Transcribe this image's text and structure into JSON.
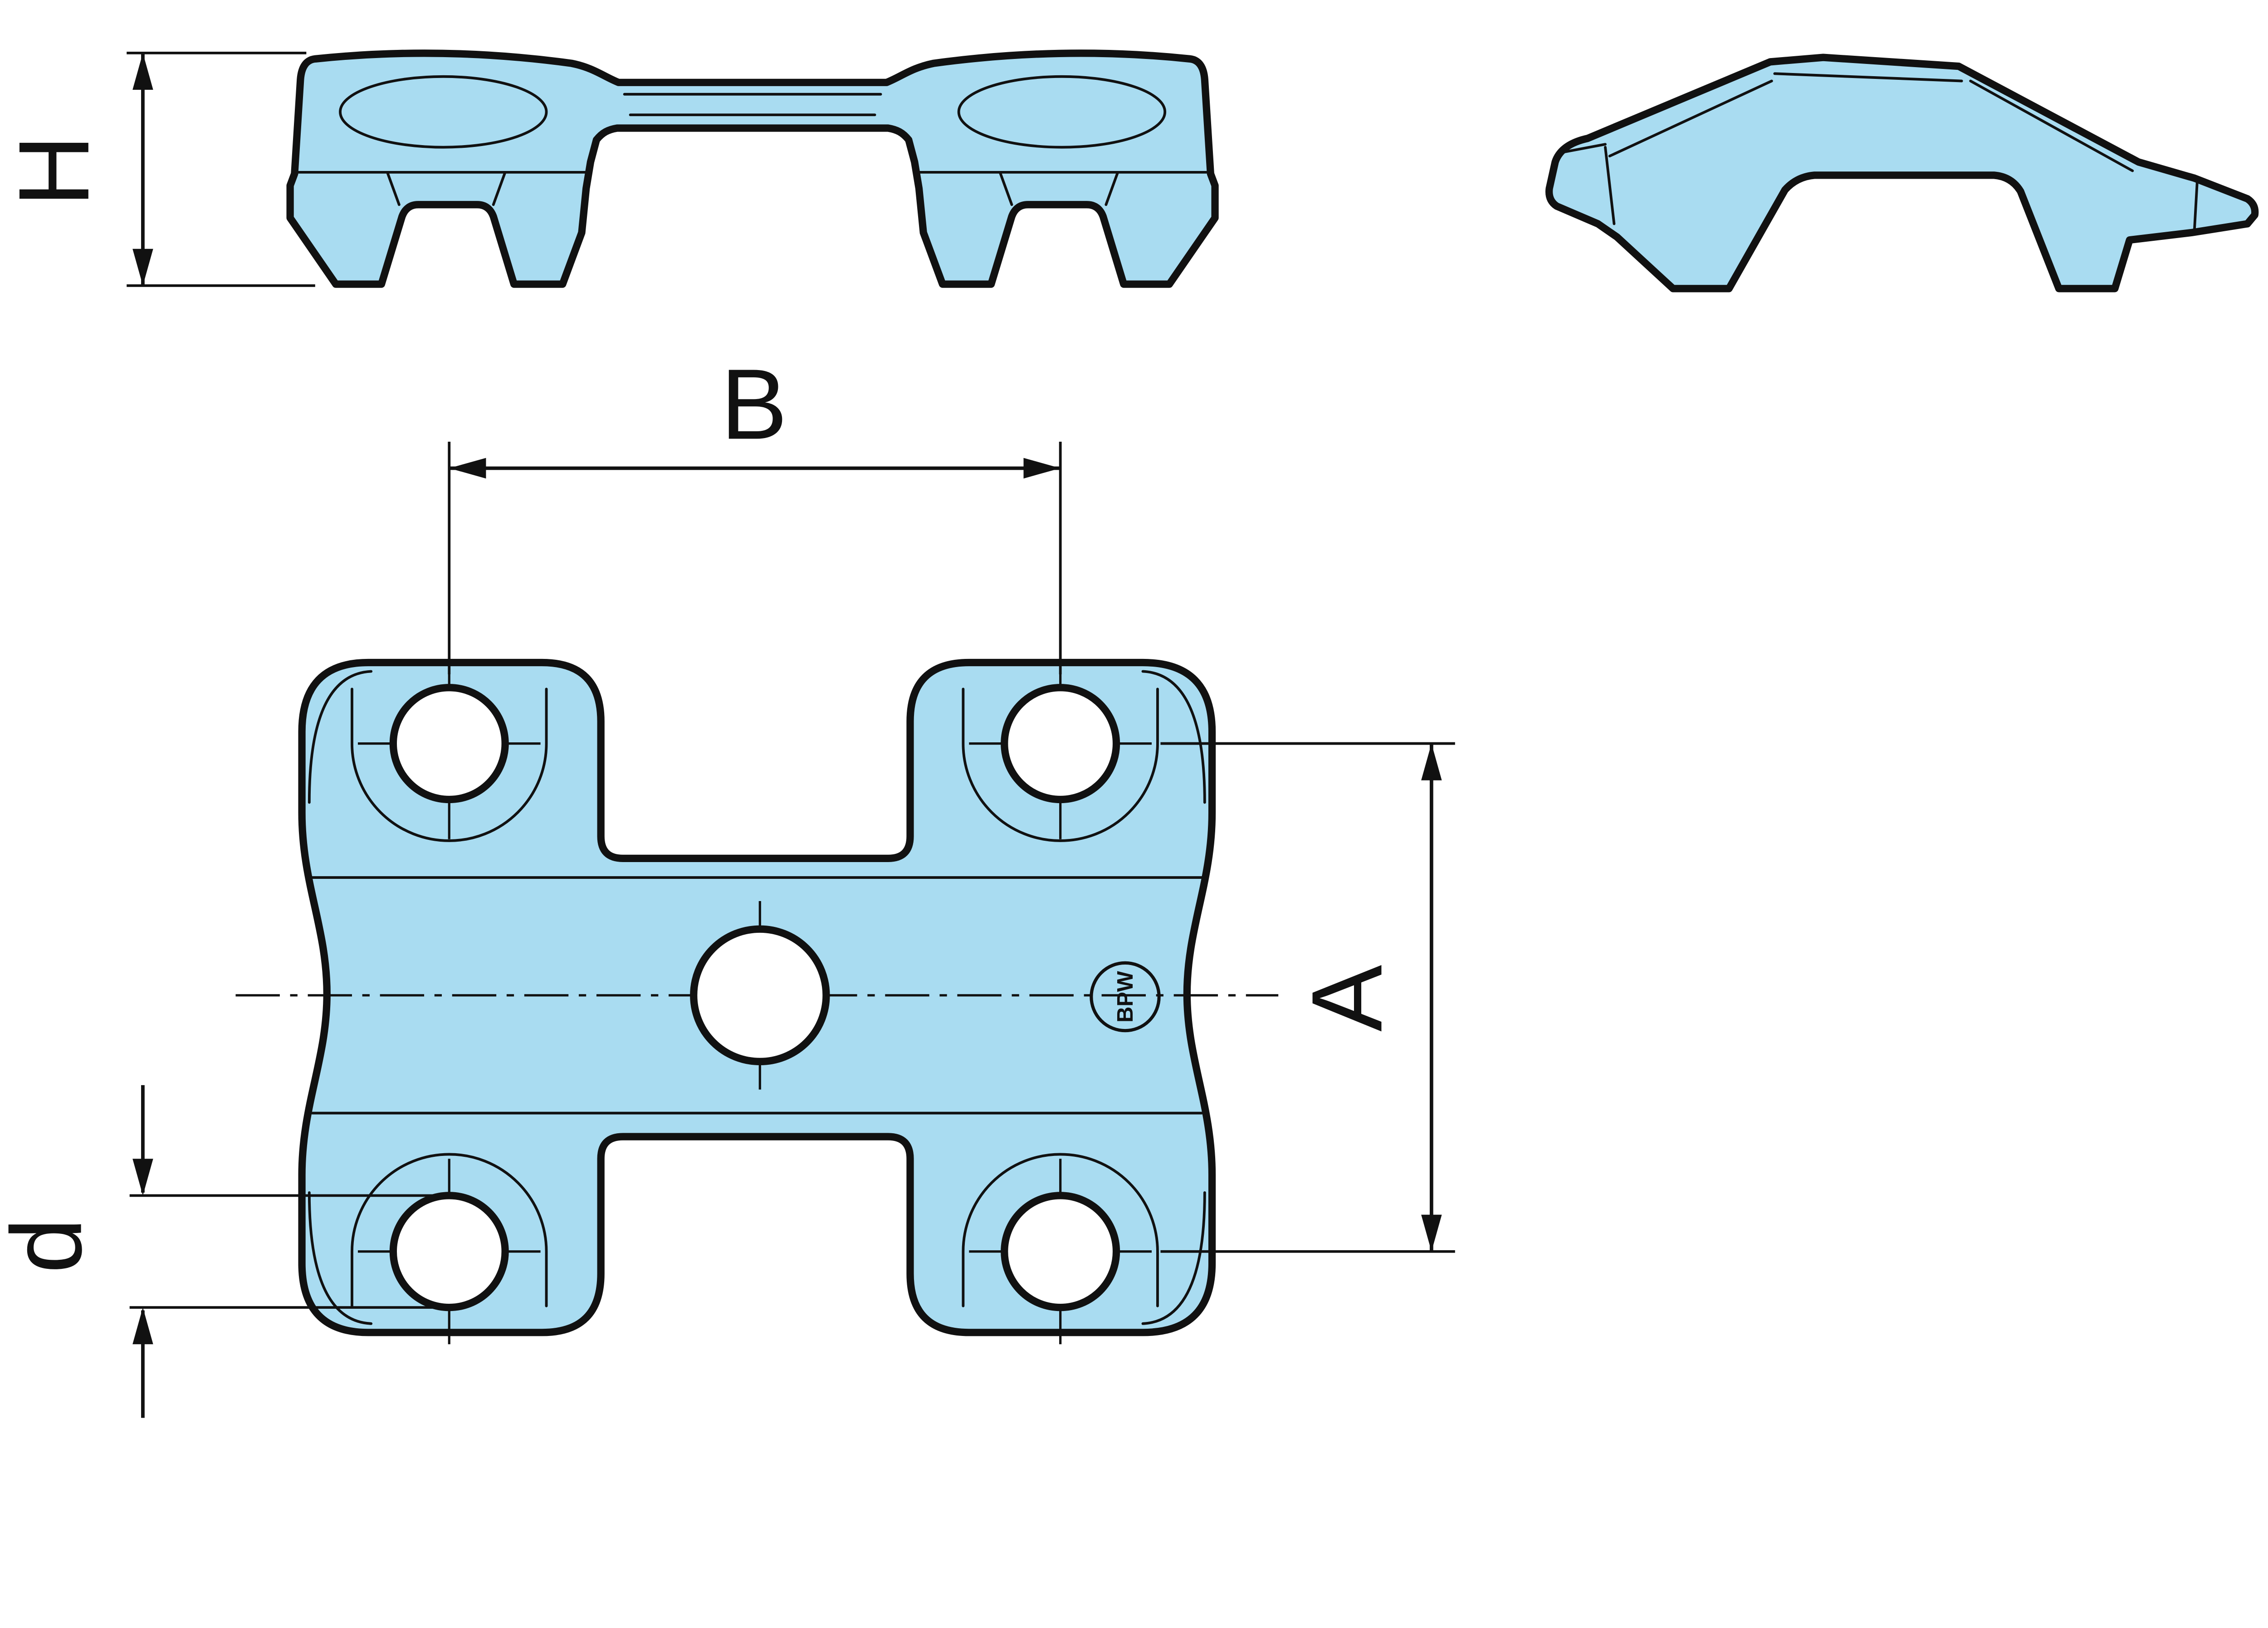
{
  "drawing": {
    "dimensions": {
      "height_label": "H",
      "hole_spacing_horizontal_label": "B",
      "hole_spacing_vertical_label": "A",
      "hole_diameter_label": "d"
    },
    "logo": "BPW",
    "colors": {
      "part_fill": "#A9DCF1",
      "line": "#111111",
      "background": "#FFFFFF"
    }
  }
}
